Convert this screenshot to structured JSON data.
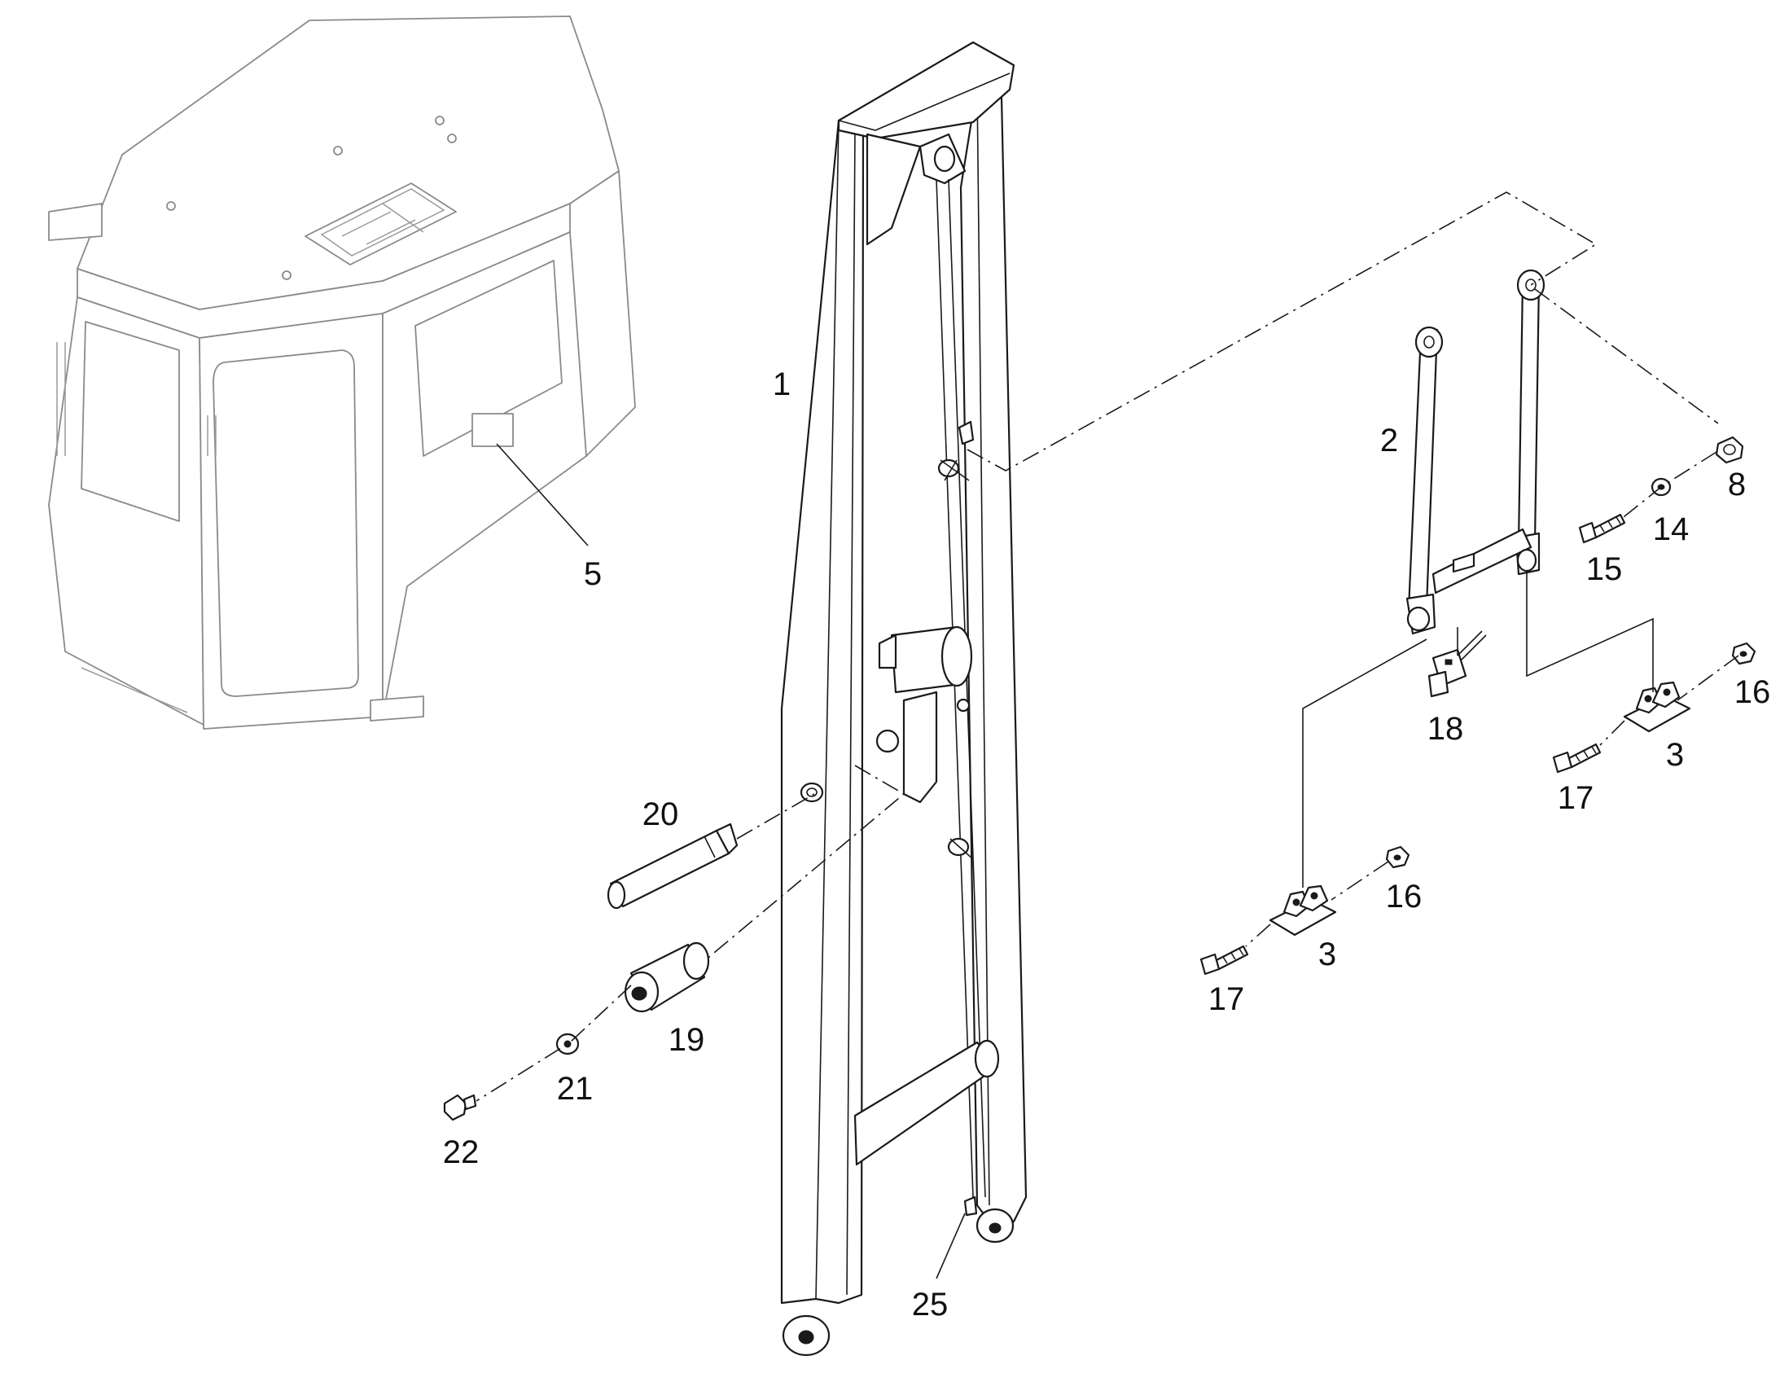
{
  "callouts": {
    "c1": "1",
    "c2": "2",
    "c3a": "3",
    "c3b": "3",
    "c5": "5",
    "c8": "8",
    "c14": "14",
    "c15": "15",
    "c16a": "16",
    "c16b": "16",
    "c17a": "17",
    "c17b": "17",
    "c18": "18",
    "c19": "19",
    "c20": "20",
    "c21": "21",
    "c22": "22",
    "c25": "25"
  },
  "colors": {
    "line": "#1a1a1a",
    "cab_line": "#8a8a8a",
    "background": "#ffffff"
  }
}
